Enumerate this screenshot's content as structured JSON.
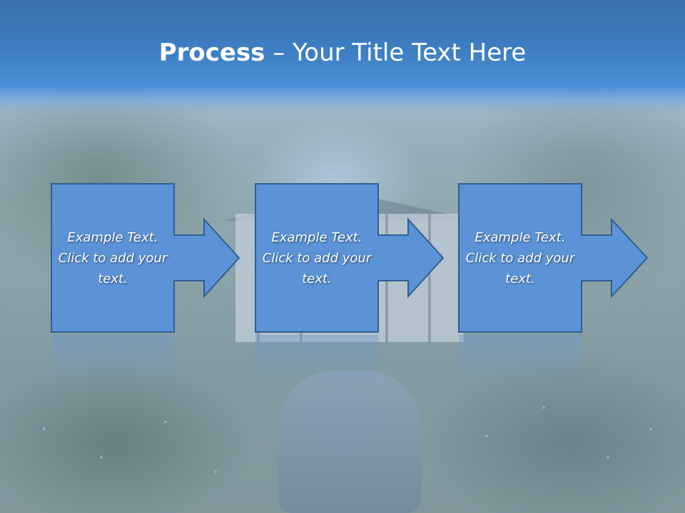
{
  "slide": {
    "title_bold": "Process",
    "title_rest": " – Your Title Text Here"
  },
  "steps": [
    {
      "text": "Example Text. Click  to add your text."
    },
    {
      "text": "Example Text. Click  to add your text."
    },
    {
      "text": "Example Text. Click  to add your text."
    }
  ],
  "colors": {
    "title_bar": "#3d7fc2",
    "step_fill": "#5b93d6",
    "step_border": "#2f5f93",
    "text": "#ffffff"
  }
}
